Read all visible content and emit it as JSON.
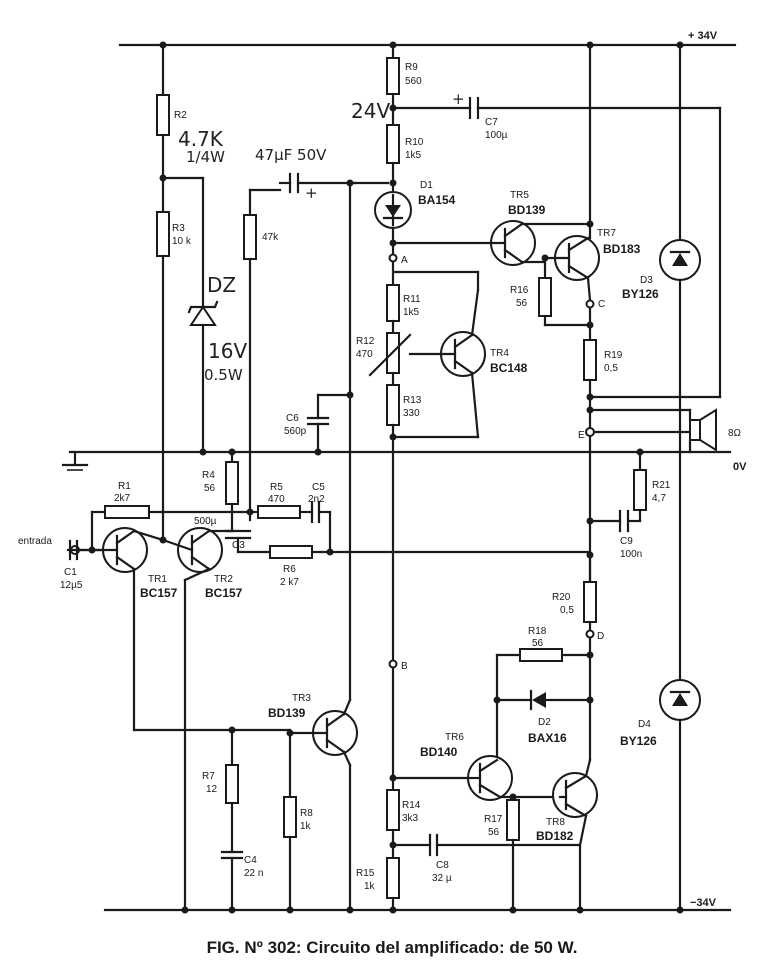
{
  "caption": "FIG. Nº 302: Circuito del amplificado: de 50 W.",
  "rails": {
    "positive": "+ 34V",
    "negative": "−34V",
    "ground": "0V"
  },
  "components": {
    "R1": [
      "R1",
      "2k7"
    ],
    "R2": [
      "R2"
    ],
    "R3": [
      "R3",
      "10 k"
    ],
    "R4": [
      "R4",
      "56"
    ],
    "R5": [
      "R5",
      "470"
    ],
    "R6": [
      "R6",
      "2 k7"
    ],
    "R7": [
      "R7",
      "12"
    ],
    "R8": [
      "R8",
      "1k"
    ],
    "R9": [
      "R9",
      "560"
    ],
    "R10": [
      "R10",
      "1k5"
    ],
    "R11": [
      "R11",
      "1k5"
    ],
    "R12": [
      "R12",
      "470"
    ],
    "R13": [
      "R13",
      "330"
    ],
    "R14": [
      "R14",
      "3k3"
    ],
    "R15": [
      "R15",
      "1k"
    ],
    "R16": [
      "R16",
      "56"
    ],
    "R17": [
      "R17",
      "56"
    ],
    "R18": [
      "R18",
      "56"
    ],
    "R19": [
      "R19",
      "0,5"
    ],
    "R20": [
      "R20",
      "0,5"
    ],
    "R21": [
      "R21",
      "4,7"
    ],
    "R47k": [
      "47k"
    ],
    "C1": [
      "C1",
      "12µ5"
    ],
    "C3": [
      "C3",
      "500µ"
    ],
    "C4": [
      "C4",
      "22 n"
    ],
    "C5": [
      "C5",
      "2n2"
    ],
    "C6": [
      "C6",
      "560p"
    ],
    "C7": [
      "C7",
      "100µ"
    ],
    "C8": [
      "C8",
      "32 µ"
    ],
    "C9": [
      "C9",
      "100n"
    ],
    "D1": [
      "D1",
      "BA154"
    ],
    "D2": [
      "D2",
      "BAX16"
    ],
    "D3": [
      "D3",
      "BY126"
    ],
    "D4": [
      "D4",
      "BY126"
    ],
    "TR1": [
      "TR1",
      "BC157"
    ],
    "TR2": [
      "TR2",
      "BC157"
    ],
    "TR3": [
      "TR3",
      "BD139"
    ],
    "TR4": [
      "TR4",
      "BC148"
    ],
    "TR5": [
      "TR5",
      "BD139"
    ],
    "TR6": [
      "TR6",
      "BD140"
    ],
    "TR7": [
      "TR7",
      "BD183"
    ],
    "TR8": [
      "TR8",
      "BD182"
    ]
  },
  "nodes": {
    "A": "A",
    "B": "B",
    "C": "C",
    "D": "D",
    "E": "E"
  },
  "input_label": "entrada",
  "speaker": "8Ω",
  "handwritten": {
    "r2_value": "4.7K",
    "r2_power": "1/4W",
    "cap_note": "47µF 50V",
    "zener": "DZ",
    "zener_v": "16V",
    "zener_p": "0.5W",
    "node_24v": "24V"
  }
}
